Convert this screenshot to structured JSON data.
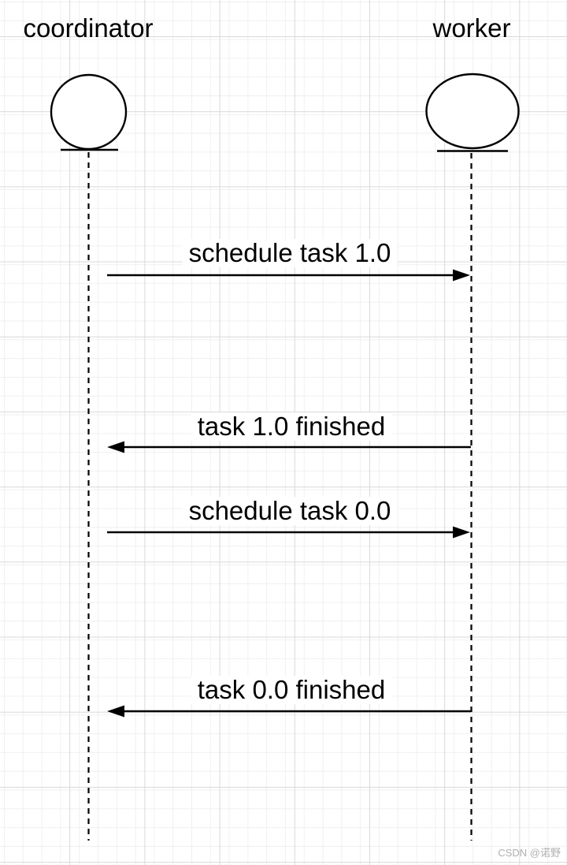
{
  "diagram": {
    "kind": "sequence-diagram",
    "actors": [
      {
        "id": "coordinator",
        "label": "coordinator"
      },
      {
        "id": "worker",
        "label": "worker"
      }
    ],
    "messages": [
      {
        "label": "schedule task 1.0",
        "from": "coordinator",
        "to": "worker",
        "direction": "right"
      },
      {
        "label": "task 1.0 finished",
        "from": "worker",
        "to": "coordinator",
        "direction": "left"
      },
      {
        "label": "schedule task 0.0",
        "from": "coordinator",
        "to": "worker",
        "direction": "right"
      },
      {
        "label": "task 0.0 finished",
        "from": "worker",
        "to": "coordinator",
        "direction": "left"
      }
    ]
  },
  "watermark": {
    "text": "CSDN @诺野"
  },
  "colors": {
    "background": "#ffffff",
    "stroke": "#000000",
    "shape_fill": "#ffffff",
    "grid_minor": "#f0f0f2",
    "grid_major": "#d9d9dc",
    "watermark_text": "#b0b0b0",
    "label_background": "#ffffff"
  }
}
